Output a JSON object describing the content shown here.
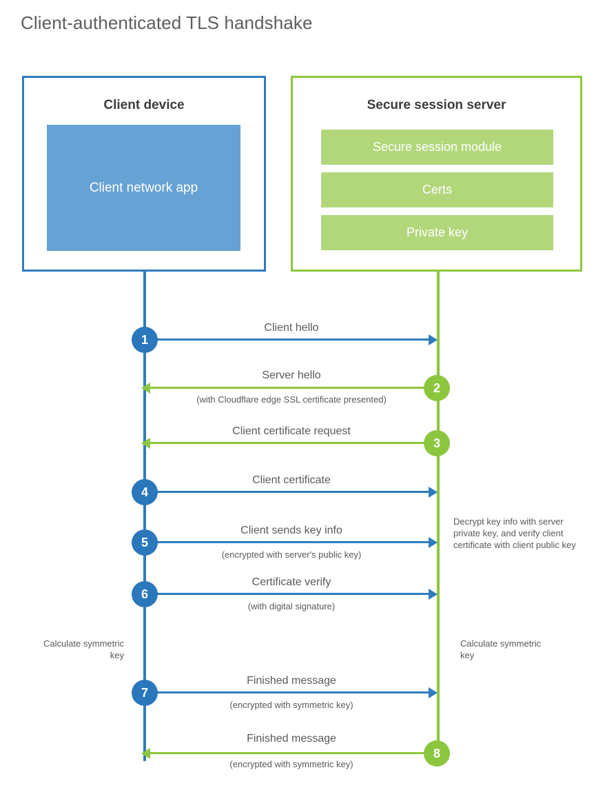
{
  "title": "Client-authenticated TLS handshake",
  "colors": {
    "client_blue": "#2e7cbe",
    "client_app_fill": "#66a2d4",
    "server_green": "#8dc63f",
    "server_bar_fill": "#b2d77b",
    "circle_blue": "#2a77bc",
    "circle_green": "#8cc63e",
    "text_gray": "#58595b",
    "heading_gray": "#3b3c3e"
  },
  "actors": {
    "client": {
      "title": "Client device",
      "app_label": "Client network app"
    },
    "server": {
      "title": "Secure session server",
      "components": [
        "Secure session module",
        "Certs",
        "Private key"
      ]
    }
  },
  "steps": [
    {
      "number": "1",
      "label": "Client hello",
      "sublabel": "",
      "direction": "client-to-server",
      "color": "blue"
    },
    {
      "number": "2",
      "label": "Server hello",
      "sublabel": "(with Cloudflare edge SSL certificate presented)",
      "direction": "server-to-client",
      "color": "green"
    },
    {
      "number": "3",
      "label": "Client certificate request",
      "sublabel": "",
      "direction": "server-to-client",
      "color": "green"
    },
    {
      "number": "4",
      "label": "Client certificate",
      "sublabel": "",
      "direction": "client-to-server",
      "color": "blue"
    },
    {
      "number": "5",
      "label": "Client sends key info",
      "sublabel": "(encrypted with server's public key)",
      "direction": "client-to-server",
      "color": "blue"
    },
    {
      "number": "6",
      "label": "Certificate verify",
      "sublabel": "(with digital signature)",
      "direction": "client-to-server",
      "color": "blue"
    },
    {
      "number": "7",
      "label": "Finished message",
      "sublabel": "(encrypted with symmetric key)",
      "direction": "client-to-server",
      "color": "blue"
    },
    {
      "number": "8",
      "label": "Finished message",
      "sublabel": "(encrypted with symmetric key)",
      "direction": "server-to-client",
      "color": "green"
    }
  ],
  "notes": {
    "server_decrypt": "Decrypt key info with server private key, and verify client certificate with client public key",
    "client_calculate": "Calculate symmetric key",
    "server_calculate": "Calculate symmetric key"
  }
}
